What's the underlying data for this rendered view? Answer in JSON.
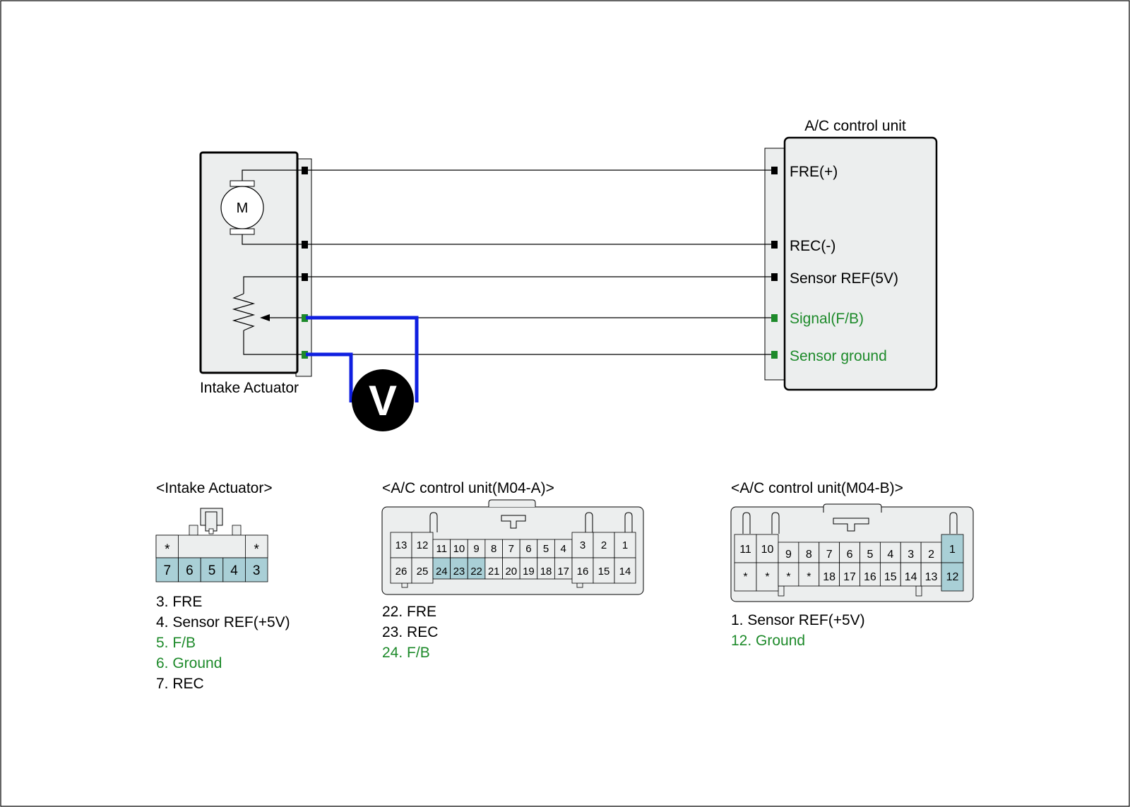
{
  "diagram": {
    "actuator_label": "Intake Actuator",
    "motor_symbol": "M",
    "control_unit_title": "A/C control unit",
    "meter_symbol": "V",
    "terminals": [
      {
        "label": "FRE(+)",
        "highlight": false
      },
      {
        "label": "REC(-)",
        "highlight": false
      },
      {
        "label": "Sensor REF(5V)",
        "highlight": false
      },
      {
        "label": "Signal(F/B)",
        "highlight": true
      },
      {
        "label": "Sensor ground",
        "highlight": true
      }
    ]
  },
  "connectors": {
    "actuator": {
      "title": "<Intake Actuator>",
      "top_row": [
        "*",
        "",
        "",
        "",
        "*"
      ],
      "pins": [
        "7",
        "6",
        "5",
        "4",
        "3"
      ],
      "highlighted": [
        "7",
        "6",
        "5",
        "4",
        "3"
      ],
      "legend": [
        {
          "text": "3. FRE",
          "highlight": false
        },
        {
          "text": "4. Sensor REF(+5V)",
          "highlight": false
        },
        {
          "text": "5. F/B",
          "highlight": true
        },
        {
          "text": "6. Ground",
          "highlight": true
        },
        {
          "text": "7. REC",
          "highlight": false
        }
      ]
    },
    "m04a": {
      "title": "<A/C control unit(M04-A)>",
      "top_row": [
        "13",
        "12",
        "11",
        "10",
        "9",
        "8",
        "7",
        "6",
        "5",
        "4",
        "3",
        "2",
        "1"
      ],
      "bottom_row": [
        "26",
        "25",
        "24",
        "23",
        "22",
        "21",
        "20",
        "19",
        "18",
        "17",
        "16",
        "15",
        "14"
      ],
      "highlighted": [
        "24",
        "23",
        "22"
      ],
      "legend": [
        {
          "text": "22. FRE",
          "highlight": false
        },
        {
          "text": "23. REC",
          "highlight": false
        },
        {
          "text": "24. F/B",
          "highlight": true
        }
      ]
    },
    "m04b": {
      "title": "<A/C control unit(M04-B)>",
      "top_row": [
        "11",
        "10",
        "9",
        "8",
        "7",
        "6",
        "5",
        "4",
        "3",
        "2",
        "1"
      ],
      "bottom_row": [
        "*",
        "*",
        "*",
        "*",
        "18",
        "17",
        "16",
        "15",
        "14",
        "13",
        "12"
      ],
      "highlighted": [
        "1",
        "12"
      ],
      "legend": [
        {
          "text": "1. Sensor REF(+5V)",
          "highlight": false
        },
        {
          "text": "12. Ground",
          "highlight": true
        }
      ]
    }
  },
  "colors": {
    "highlight_text": "#1d8a2a",
    "highlight_pin": "#a9cfd6",
    "meter_lead": "#0f1fe0",
    "housing": "#eceeee"
  }
}
